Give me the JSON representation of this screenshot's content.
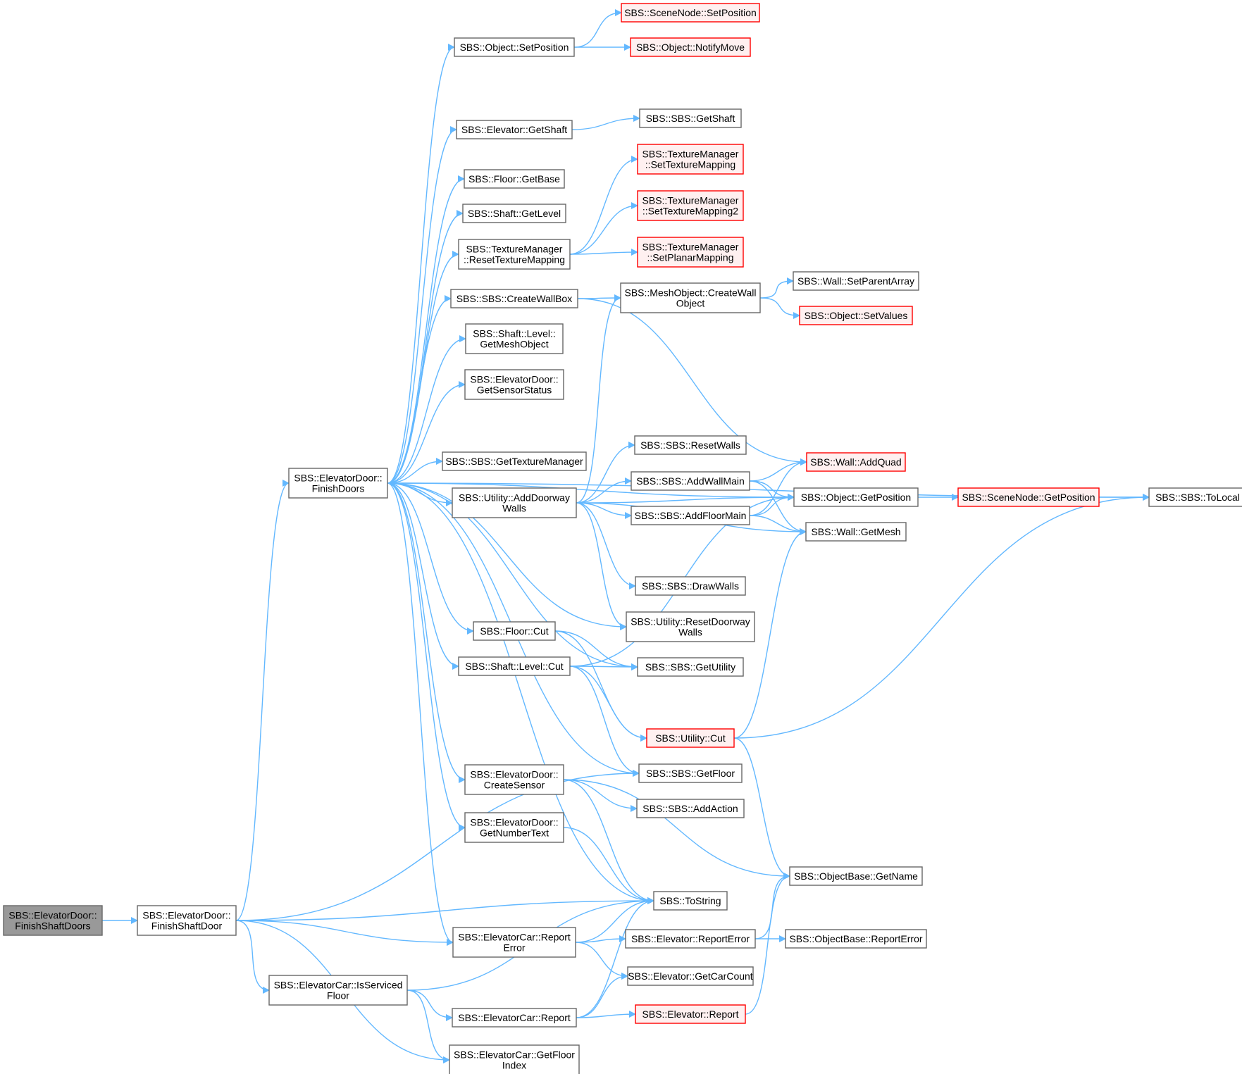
{
  "colors": {
    "edge": "#63b8ff",
    "node_border": "#666666",
    "node_fill": "#ffffff",
    "truncated_border": "#ff0000",
    "truncated_fill": "#fff0f0",
    "root_fill": "#999999",
    "text": "#000000"
  },
  "nodes": [
    {
      "id": "root",
      "lines": [
        "SBS::ElevatorDoor::",
        "FinishShaftDoors"
      ],
      "style": "root"
    },
    {
      "id": "fsd",
      "lines": [
        "SBS::ElevatorDoor::",
        "FinishShaftDoor"
      ],
      "style": "normal"
    },
    {
      "id": "fd",
      "lines": [
        "SBS::ElevatorDoor::",
        "FinishDoors"
      ],
      "style": "normal"
    },
    {
      "id": "isf",
      "lines": [
        "SBS::ElevatorCar::IsServiced",
        "Floor"
      ],
      "style": "normal"
    },
    {
      "id": "osp",
      "lines": [
        "SBS::Object::SetPosition"
      ],
      "style": "normal"
    },
    {
      "id": "snsp",
      "lines": [
        "SBS::SceneNode::SetPosition"
      ],
      "style": "truncated"
    },
    {
      "id": "onm",
      "lines": [
        "SBS::Object::NotifyMove"
      ],
      "style": "truncated"
    },
    {
      "id": "egs",
      "lines": [
        "SBS::Elevator::GetShaft"
      ],
      "style": "normal"
    },
    {
      "id": "sgs",
      "lines": [
        "SBS::SBS::GetShaft"
      ],
      "style": "normal"
    },
    {
      "id": "fgb",
      "lines": [
        "SBS::Floor::GetBase"
      ],
      "style": "normal"
    },
    {
      "id": "sgl",
      "lines": [
        "SBS::Shaft::GetLevel"
      ],
      "style": "normal"
    },
    {
      "id": "tmstm",
      "lines": [
        "SBS::TextureManager",
        "::SetTextureMapping"
      ],
      "style": "truncated"
    },
    {
      "id": "tmstm2",
      "lines": [
        "SBS::TextureManager",
        "::SetTextureMapping2"
      ],
      "style": "truncated"
    },
    {
      "id": "tmrtm",
      "lines": [
        "SBS::TextureManager",
        "::ResetTextureMapping"
      ],
      "style": "normal"
    },
    {
      "id": "tmspm",
      "lines": [
        "SBS::TextureManager",
        "::SetPlanarMapping"
      ],
      "style": "truncated"
    },
    {
      "id": "cwb",
      "lines": [
        "SBS::SBS::CreateWallBox"
      ],
      "style": "normal"
    },
    {
      "id": "mocwo",
      "lines": [
        "SBS::MeshObject::CreateWall",
        "Object"
      ],
      "style": "normal"
    },
    {
      "id": "wspa",
      "lines": [
        "SBS::Wall::SetParentArray"
      ],
      "style": "normal"
    },
    {
      "id": "osv",
      "lines": [
        "SBS::Object::SetValues"
      ],
      "style": "truncated"
    },
    {
      "id": "slgmo",
      "lines": [
        "SBS::Shaft::Level::",
        "GetMeshObject"
      ],
      "style": "normal"
    },
    {
      "id": "edgss",
      "lines": [
        "SBS::ElevatorDoor::",
        "GetSensorStatus"
      ],
      "style": "normal"
    },
    {
      "id": "sgtm",
      "lines": [
        "SBS::SBS::GetTextureManager"
      ],
      "style": "normal"
    },
    {
      "id": "sresetw",
      "lines": [
        "SBS::SBS::ResetWalls"
      ],
      "style": "normal"
    },
    {
      "id": "waq",
      "lines": [
        "SBS::Wall::AddQuad"
      ],
      "style": "truncated"
    },
    {
      "id": "uadw",
      "lines": [
        "SBS::Utility::AddDoorway",
        "Walls"
      ],
      "style": "normal"
    },
    {
      "id": "sawm",
      "lines": [
        "SBS::SBS::AddWallMain"
      ],
      "style": "normal"
    },
    {
      "id": "ogp",
      "lines": [
        "SBS::Object::GetPosition"
      ],
      "style": "normal"
    },
    {
      "id": "sngp",
      "lines": [
        "SBS::SceneNode::GetPosition"
      ],
      "style": "truncated"
    },
    {
      "id": "stl",
      "lines": [
        "SBS::SBS::ToLocal"
      ],
      "style": "normal"
    },
    {
      "id": "safm",
      "lines": [
        "SBS::SBS::AddFloorMain"
      ],
      "style": "normal"
    },
    {
      "id": "wgm",
      "lines": [
        "SBS::Wall::GetMesh"
      ],
      "style": "normal"
    },
    {
      "id": "sdw",
      "lines": [
        "SBS::SBS::DrawWalls"
      ],
      "style": "normal"
    },
    {
      "id": "urdw",
      "lines": [
        "SBS::Utility::ResetDoorway",
        "Walls"
      ],
      "style": "normal"
    },
    {
      "id": "fc",
      "lines": [
        "SBS::Floor::Cut"
      ],
      "style": "normal"
    },
    {
      "id": "sgu",
      "lines": [
        "SBS::SBS::GetUtility"
      ],
      "style": "normal"
    },
    {
      "id": "slc",
      "lines": [
        "SBS::Shaft::Level::Cut"
      ],
      "style": "normal"
    },
    {
      "id": "uc",
      "lines": [
        "SBS::Utility::Cut"
      ],
      "style": "truncated"
    },
    {
      "id": "sgf",
      "lines": [
        "SBS::SBS::GetFloor"
      ],
      "style": "normal"
    },
    {
      "id": "edcs",
      "lines": [
        "SBS::ElevatorDoor::",
        "CreateSensor"
      ],
      "style": "normal"
    },
    {
      "id": "saa",
      "lines": [
        "SBS::SBS::AddAction"
      ],
      "style": "normal"
    },
    {
      "id": "edgnt",
      "lines": [
        "SBS::ElevatorDoor::",
        "GetNumberText"
      ],
      "style": "normal"
    },
    {
      "id": "obgn",
      "lines": [
        "SBS::ObjectBase::GetName"
      ],
      "style": "normal"
    },
    {
      "id": "sts",
      "lines": [
        "SBS::ToString"
      ],
      "style": "normal"
    },
    {
      "id": "ecre",
      "lines": [
        "SBS::ElevatorCar::Report",
        "Error"
      ],
      "style": "normal"
    },
    {
      "id": "ere",
      "lines": [
        "SBS::Elevator::ReportError"
      ],
      "style": "normal"
    },
    {
      "id": "obre",
      "lines": [
        "SBS::ObjectBase::ReportError"
      ],
      "style": "normal"
    },
    {
      "id": "egcc",
      "lines": [
        "SBS::Elevator::GetCarCount"
      ],
      "style": "normal"
    },
    {
      "id": "ecr",
      "lines": [
        "SBS::ElevatorCar::Report"
      ],
      "style": "normal"
    },
    {
      "id": "er",
      "lines": [
        "SBS::Elevator::Report"
      ],
      "style": "truncated"
    },
    {
      "id": "ecgfi",
      "lines": [
        "SBS::ElevatorCar::GetFloor",
        "Index"
      ],
      "style": "normal"
    }
  ],
  "edges": [
    [
      "root",
      "fsd"
    ],
    [
      "fsd",
      "fd"
    ],
    [
      "fsd",
      "sgf"
    ],
    [
      "fsd",
      "sts"
    ],
    [
      "fsd",
      "ecre"
    ],
    [
      "fsd",
      "isf"
    ],
    [
      "fsd",
      "ecgfi"
    ],
    [
      "fd",
      "osp"
    ],
    [
      "fd",
      "stl"
    ],
    [
      "fd",
      "egs"
    ],
    [
      "fd",
      "fgb"
    ],
    [
      "fd",
      "sgl"
    ],
    [
      "fd",
      "tmrtm"
    ],
    [
      "fd",
      "cwb"
    ],
    [
      "fd",
      "slgmo"
    ],
    [
      "fd",
      "edgss"
    ],
    [
      "fd",
      "ogp"
    ],
    [
      "fd",
      "sgtm"
    ],
    [
      "fd",
      "uadw"
    ],
    [
      "fd",
      "urdw"
    ],
    [
      "fd",
      "sgu"
    ],
    [
      "fd",
      "fc"
    ],
    [
      "fd",
      "slc"
    ],
    [
      "fd",
      "sgf"
    ],
    [
      "fd",
      "edcs"
    ],
    [
      "fd",
      "edgnt"
    ],
    [
      "fd",
      "sts"
    ],
    [
      "fd",
      "ecre"
    ],
    [
      "osp",
      "snsp"
    ],
    [
      "osp",
      "onm"
    ],
    [
      "egs",
      "sgs"
    ],
    [
      "tmrtm",
      "tmstm"
    ],
    [
      "tmrtm",
      "tmstm2"
    ],
    [
      "tmrtm",
      "tmspm"
    ],
    [
      "cwb",
      "mocwo"
    ],
    [
      "cwb",
      "waq"
    ],
    [
      "mocwo",
      "wspa"
    ],
    [
      "mocwo",
      "osv"
    ],
    [
      "uadw",
      "mocwo"
    ],
    [
      "uadw",
      "sresetw"
    ],
    [
      "uadw",
      "ogp"
    ],
    [
      "uadw",
      "sawm"
    ],
    [
      "uadw",
      "safm"
    ],
    [
      "uadw",
      "wgm"
    ],
    [
      "uadw",
      "sdw"
    ],
    [
      "uadw",
      "urdw"
    ],
    [
      "sawm",
      "waq"
    ],
    [
      "sawm",
      "ogp"
    ],
    [
      "sawm",
      "wgm"
    ],
    [
      "safm",
      "waq"
    ],
    [
      "safm",
      "ogp"
    ],
    [
      "safm",
      "wgm"
    ],
    [
      "ogp",
      "sngp"
    ],
    [
      "sngp",
      "stl"
    ],
    [
      "fc",
      "sgu"
    ],
    [
      "fc",
      "uc"
    ],
    [
      "slc",
      "sgu"
    ],
    [
      "slc",
      "ogp"
    ],
    [
      "slc",
      "uc"
    ],
    [
      "slc",
      "sgf"
    ],
    [
      "uc",
      "stl"
    ],
    [
      "uc",
      "wgm"
    ],
    [
      "uc",
      "obgn"
    ],
    [
      "edcs",
      "saa"
    ],
    [
      "edcs",
      "obgn"
    ],
    [
      "edcs",
      "sts"
    ],
    [
      "edgnt",
      "sts"
    ],
    [
      "ecre",
      "sts"
    ],
    [
      "ecre",
      "ere"
    ],
    [
      "ecre",
      "egcc"
    ],
    [
      "ere",
      "obre"
    ],
    [
      "ere",
      "obgn"
    ],
    [
      "isf",
      "sts"
    ],
    [
      "isf",
      "ecr"
    ],
    [
      "isf",
      "ecgfi"
    ],
    [
      "ecr",
      "sts"
    ],
    [
      "ecr",
      "egcc"
    ],
    [
      "ecr",
      "er"
    ],
    [
      "er",
      "obgn"
    ]
  ]
}
